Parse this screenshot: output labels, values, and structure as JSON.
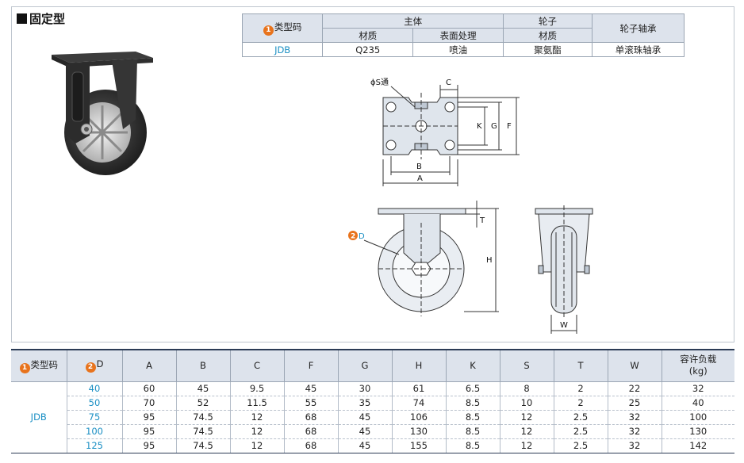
{
  "section": {
    "title": "固定型"
  },
  "spec_table": {
    "type_code_label": "类型码",
    "badge_1": "1",
    "body_header": "主体",
    "wheel_header": "轮子",
    "bearing_header": "轮子轴承",
    "material_label": "材质",
    "surface_label": "表面处理",
    "wheel_material_label": "材质",
    "row": {
      "type": "JDB",
      "material": "Q235",
      "surface": "喷油",
      "wheel_material": "聚氨酯",
      "bearing": "单滚珠轴承"
    }
  },
  "drawing": {
    "phi_s": "ϕS通",
    "c": "C",
    "k": "K",
    "g": "G",
    "f": "F",
    "b": "B",
    "a": "A",
    "t": "T",
    "h": "H",
    "w": "W",
    "d": "D",
    "badge_2": "2"
  },
  "dims_table": {
    "headers": [
      "类型码",
      "D",
      "A",
      "B",
      "C",
      "F",
      "G",
      "H",
      "K",
      "S",
      "T",
      "W"
    ],
    "load_header_1": "容许负载",
    "load_header_2": "(kg)",
    "type": "JDB",
    "rows": [
      [
        "40",
        "60",
        "45",
        "9.5",
        "45",
        "30",
        "61",
        "6.5",
        "8",
        "2",
        "22",
        "32"
      ],
      [
        "50",
        "70",
        "52",
        "11.5",
        "55",
        "35",
        "74",
        "8.5",
        "10",
        "2",
        "25",
        "40"
      ],
      [
        "75",
        "95",
        "74.5",
        "12",
        "68",
        "45",
        "106",
        "8.5",
        "12",
        "2.5",
        "32",
        "100"
      ],
      [
        "100",
        "95",
        "74.5",
        "12",
        "68",
        "45",
        "130",
        "8.5",
        "12",
        "2.5",
        "32",
        "130"
      ],
      [
        "125",
        "95",
        "74.5",
        "12",
        "68",
        "45",
        "155",
        "8.5",
        "12",
        "2.5",
        "32",
        "142"
      ]
    ]
  },
  "colors": {
    "accent_cyan": "#1a8fc4",
    "badge_orange": "#e8731c",
    "header_bg": "#dde3ec",
    "rule_dark": "#2b3b55"
  }
}
